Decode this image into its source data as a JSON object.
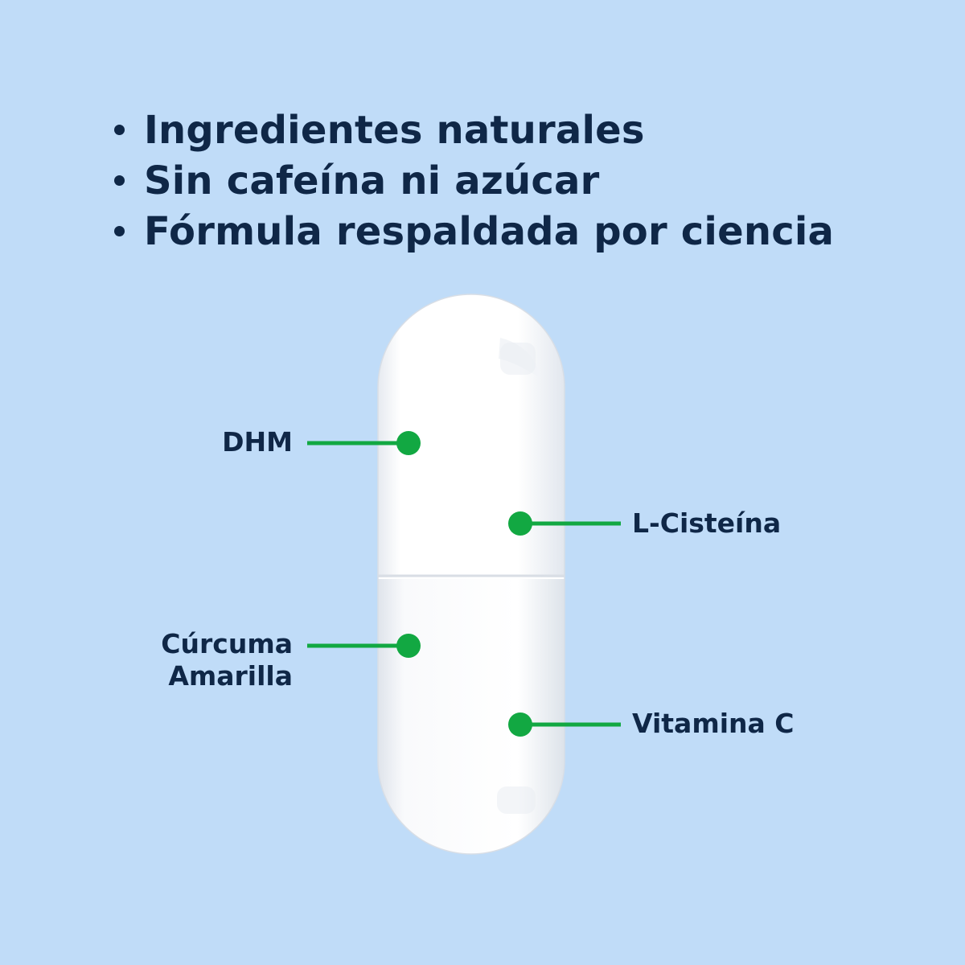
{
  "bullets": [
    "Ingredientes naturales",
    "Sin cafeína ni azúcar",
    "Fórmula respaldada por ciencia"
  ],
  "ingredients": {
    "dhm": "DHM",
    "l_cysteine": "L-Cisteína",
    "turmeric_line1": "Cúrcuma",
    "turmeric_line2": "Amarilla",
    "vitamin_c": "Vitamina C"
  },
  "colors": {
    "background": "#c0dcf8",
    "text": "#0f2747",
    "accent_green": "#12a842",
    "capsule": "#ffffff"
  }
}
